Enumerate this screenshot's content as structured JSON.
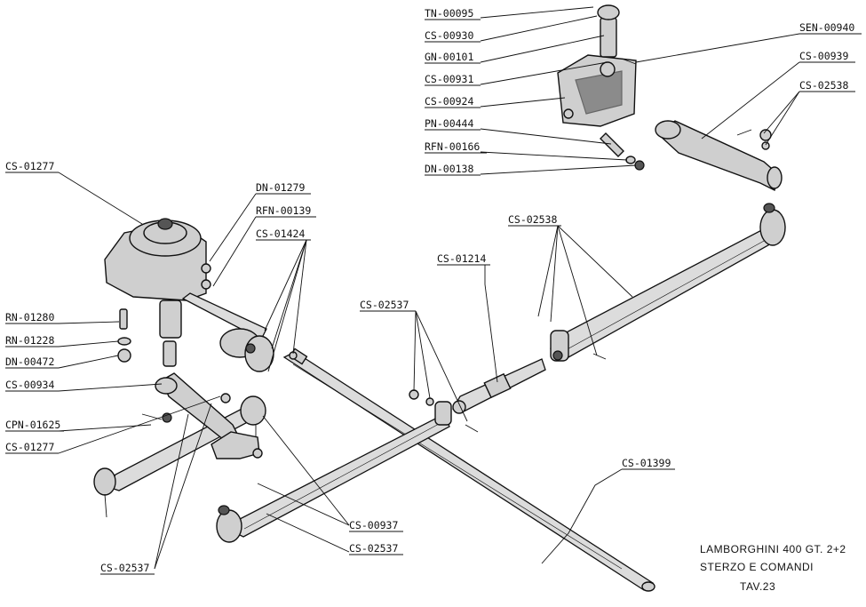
{
  "labels": {
    "tn_00095": "TN-00095",
    "cs_00930": "CS-00930",
    "gn_00101": "GN-00101",
    "cs_00931": "CS-00931",
    "cs_00924": "CS-00924",
    "pn_00444": "PN-00444",
    "rfn_00166": "RFN-00166",
    "dn_00138": "DN-00138",
    "sen_00940": "SEN-00940",
    "cs_00939": "CS-00939",
    "cs_02538_top": "CS-02538",
    "cs_01277_top": "CS-01277",
    "dn_01279": "DN-01279",
    "rfn_00139": "RFN-00139",
    "cs_01424": "CS-01424",
    "cs_02538_mid": "CS-02538",
    "cs_01214": "CS-01214",
    "cs_02537_mid": "CS-02537",
    "rn_01280": "RN-01280",
    "rn_01228": "RN-01228",
    "dn_00472": "DN-00472",
    "cs_00934": "CS-00934",
    "cpn_01625": "CPN-01625",
    "cs_01277_bottom": "CS-01277",
    "cs_01399": "CS-01399",
    "cs_00937": "CS-00937",
    "cs_02537_bottom": "CS-02537",
    "cs_02537_left": "CS-02537"
  },
  "title_block": {
    "line1": "LAMBORGHINI 400 GT. 2+2",
    "line2": "STERZO E COMANDI",
    "line3": "TAV.23"
  }
}
